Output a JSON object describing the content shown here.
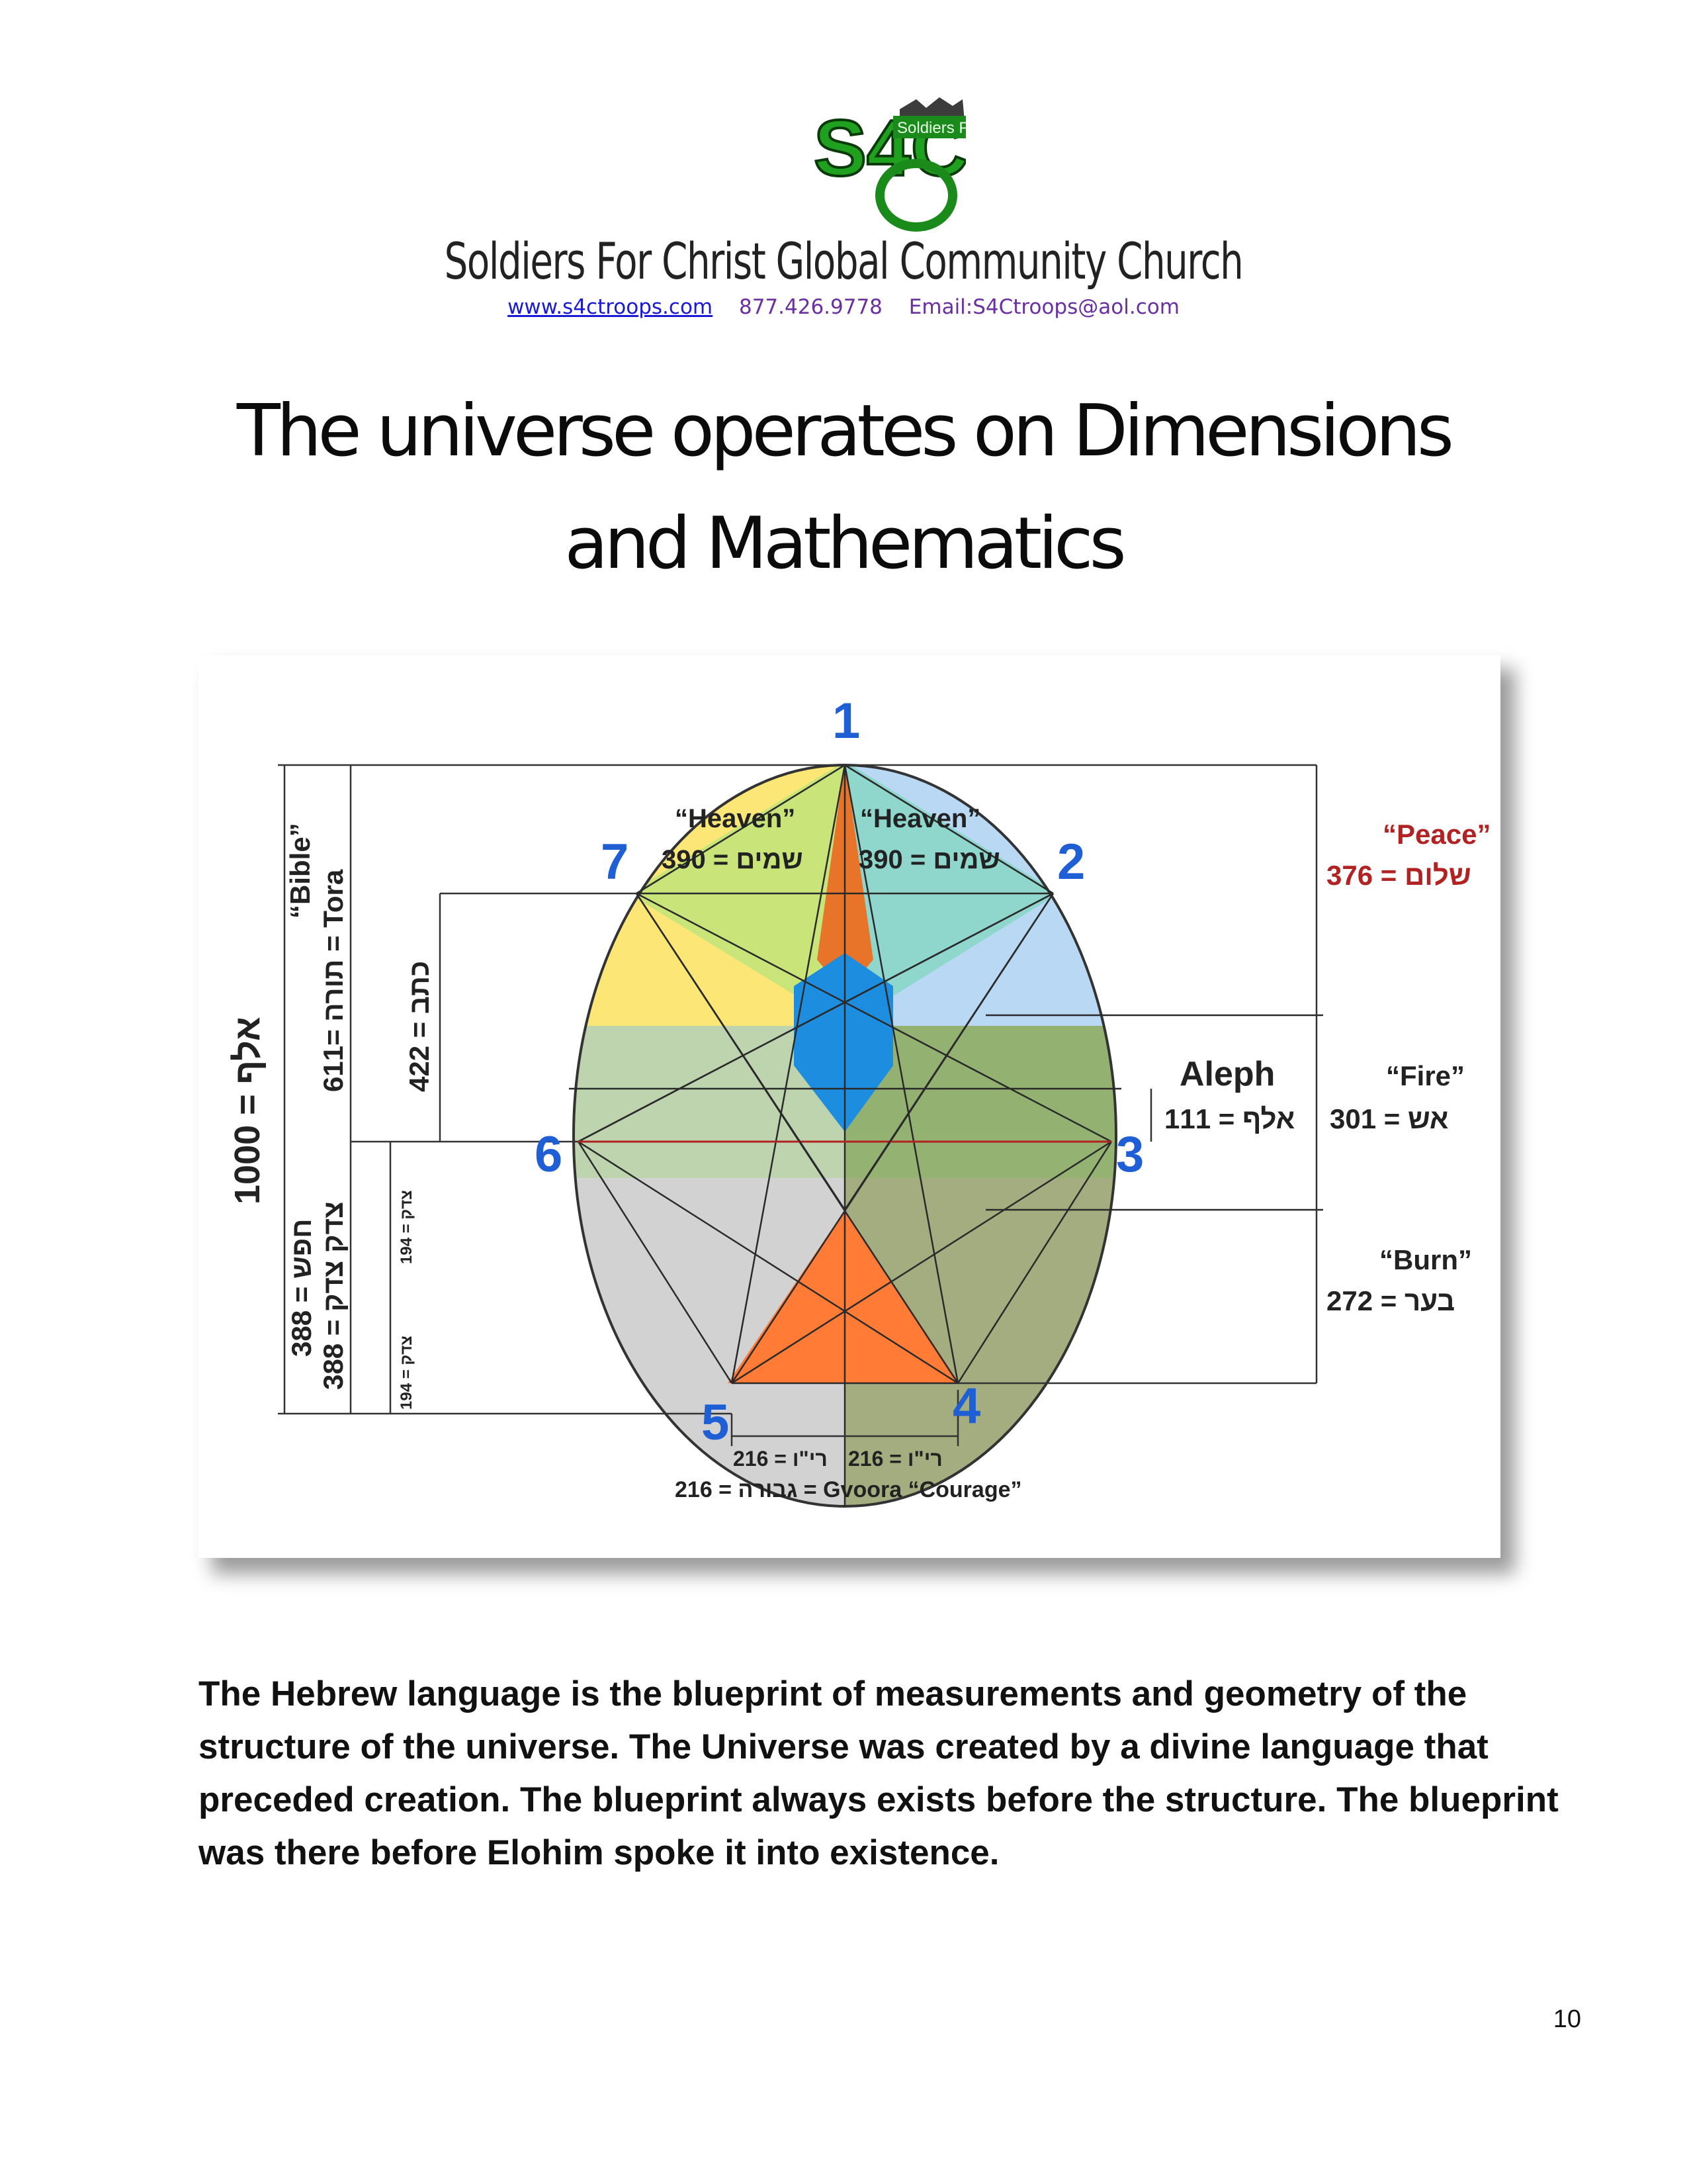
{
  "header": {
    "logo_text": "S4C",
    "logo_banner": "Soldiers F",
    "org_name": "Soldiers For Christ Global Community Church",
    "website": "www.s4ctroops.com",
    "phone": "877.426.9778",
    "email": "Email:S4Ctroops@aol.com"
  },
  "title": {
    "line1": "The universe operates on Dimensions",
    "line2": "and Mathematics"
  },
  "figure": {
    "points": [
      "1",
      "2",
      "3",
      "4",
      "5",
      "6",
      "7"
    ],
    "heaven_label": "“Heaven”",
    "heaven_value_left": "390 = שמים",
    "heaven_value_right": "390 = שמים",
    "peace_label": "“Peace”",
    "peace_value": "376 = שלום",
    "aleph_label": "Aleph",
    "aleph_value": "111 = אלף",
    "fire_label": "“Fire”",
    "fire_value": "301 = אש",
    "burn_label": "“Burn”",
    "burn_value": "272 = בער",
    "left_1000": "1000 = אלף",
    "bible_label": "“Bible”",
    "tora_value": "611= תורה = Tora",
    "ktav_value": "422 = כתב",
    "hafash_value": "388 = חפש",
    "tzedek_value": "388 = צדק צדק",
    "tzedek_small_1": "194 = צדק",
    "tzedek_small_2": "194 = צדק",
    "bottom_216_a": "216 = רי\"ו",
    "bottom_216_b": "216 = רי\"ו",
    "gvoora": "216 = גבורה = Gvoora “Courage”",
    "colors": {
      "point_blue": "#1f5fd6",
      "peace_red": "#b22222",
      "yellow": "#fbe676",
      "lightblue": "#b8d8f4",
      "teal": "#8fd6cc",
      "orange": "#ff7b36",
      "olive": "#9aa877",
      "grey": "#cfcfcf"
    }
  },
  "body": {
    "paragraph": "The Hebrew language is the blueprint of measurements and geometry of the structure of the universe. The Universe was created by a divine language that preceded creation. The blueprint always exists before the structure. The blueprint was there before Elohim spoke it into existence."
  },
  "page_number": "10"
}
